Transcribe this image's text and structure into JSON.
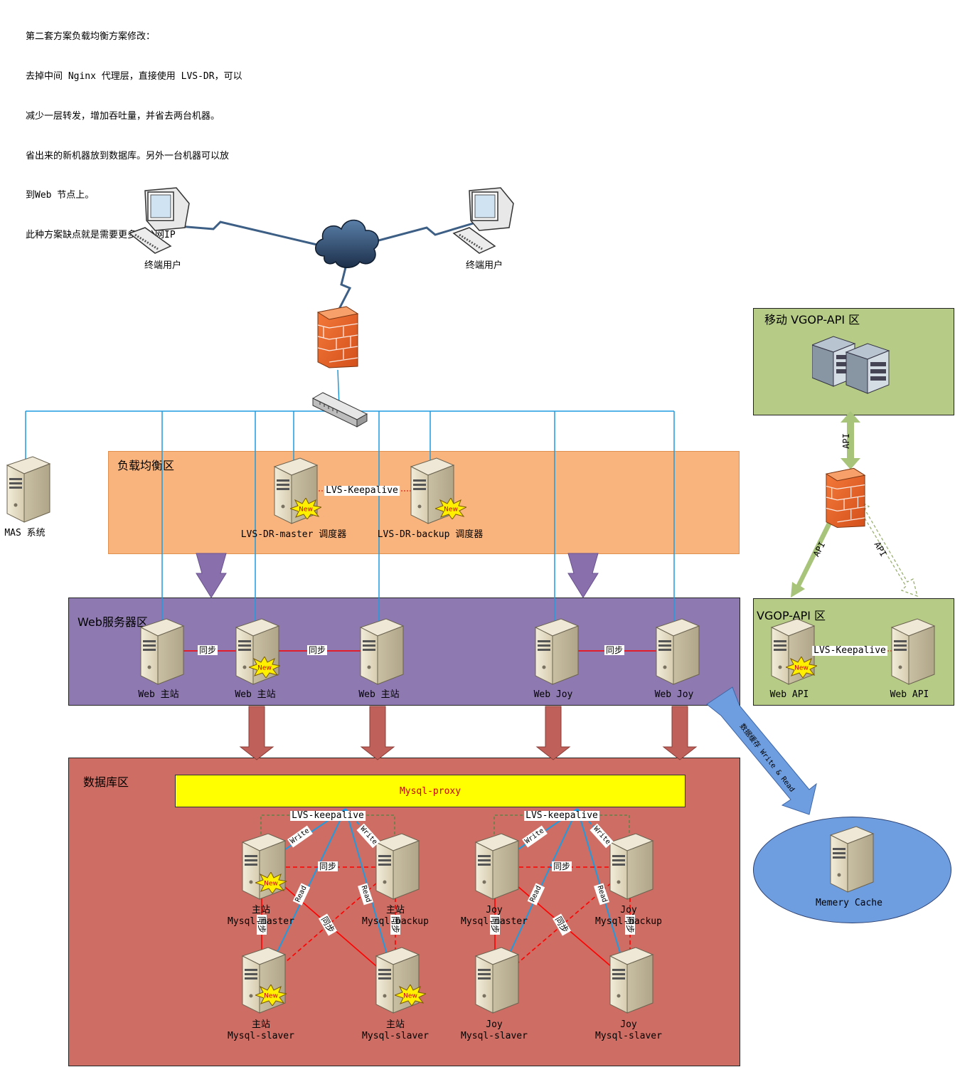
{
  "note": {
    "lines": [
      "第二套方案负载均衡方案修改：",
      "去掉中间 Nginx 代理层，直接使用 LVS-DR，可以",
      "减少一层转发，增加吞吐量，并省去两台机器。",
      "省出来的新机器放到数据库。另外一台机器可以放",
      "到Web 节点上。",
      "此种方案缺点就是需要更多的公网IP"
    ]
  },
  "users": {
    "left_label": "终端用户",
    "right_label": "终端用户"
  },
  "mas": {
    "label": "MAS 系统"
  },
  "lb_zone": {
    "title": "负载均衡区",
    "master_label": "LVS-DR-master 调度器",
    "backup_label": "LVS-DR-backup 调度器",
    "keepalive_label": "LVS-Keepalive"
  },
  "web_zone": {
    "title": "Web服务器区",
    "servers": [
      "Web 主站",
      "Web 主站",
      "Web 主站",
      "Web Joy",
      "Web Joy"
    ],
    "sync_label": "同步"
  },
  "db_zone": {
    "title": "数据库区",
    "proxy_label": "Mysql-proxy",
    "keepalive_label": "LVS-keepalive",
    "sync_label": "同步",
    "write_label": "Write",
    "read_label": "Read",
    "main_master": [
      "主站",
      "Mysql-master"
    ],
    "main_backup": [
      "主站",
      "Mysql-backup"
    ],
    "main_slave1": [
      "主站",
      "Mysql-slaver"
    ],
    "main_slave2": [
      "主站",
      "Mysql-slaver"
    ],
    "joy_master": [
      "Joy",
      "Mysql-master"
    ],
    "joy_backup": [
      "Joy",
      "Mysql-backup"
    ],
    "joy_slave1": [
      "Joy",
      "Mysql-slaver"
    ],
    "joy_slave2": [
      "Joy",
      "Mysql-slaver"
    ]
  },
  "mobile_zone": {
    "title": "移动 VGOP-API 区"
  },
  "vgop_zone": {
    "title": "VGOP-API 区",
    "keepalive_label": "LVS-Keepalive",
    "server_labels": [
      "Web API",
      "Web API"
    ]
  },
  "api_label": "API",
  "cache": {
    "label": "Memery Cache",
    "arrow_label": "数据缓存 Write & Read"
  },
  "new_badge": "New",
  "colors": {
    "lb_zone": "#f9b47e",
    "web_zone": "#8e7ab0",
    "db_zone": "#cd6d63",
    "api_zone": "#b6cb85",
    "cache": "#6f9ee0",
    "proxy": "#ffff00",
    "network_line": "#1e9ce0",
    "sync_red": "#ff0000",
    "db_arrow": "#c0605a",
    "lb_arrow": "#8a6fad",
    "api_arrow": "#a8c47a"
  }
}
